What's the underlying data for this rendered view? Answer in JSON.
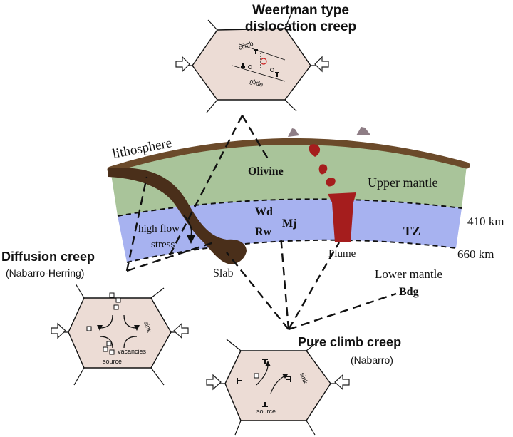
{
  "weertman": {
    "title_line1": "Weertman type",
    "title_line2": "dislocation creep",
    "label_climb": "climb",
    "label_glide": "glide"
  },
  "diffusion": {
    "title": "Diffusion creep",
    "subtitle": "(Nabarro-Herring)",
    "label_sink": "sink",
    "label_vacancies": "vacancies",
    "label_source": "source"
  },
  "pure_climb": {
    "title": "Pure climb creep",
    "subtitle": "(Nabarro)",
    "label_sink": "sink",
    "label_source": "source"
  },
  "earth": {
    "lithosphere": "lithosphere",
    "olivine": "Olivine",
    "upper_mantle": "Upper mantle",
    "wd": "Wd",
    "rw": "Rw",
    "mj": "Mj",
    "tz": "TZ",
    "high_flow": "high flow",
    "stress": "stress",
    "plume": "Plume",
    "slab": "Slab",
    "lower_mantle": "Lower mantle",
    "bdg": "Bdg",
    "depth_410": "410 km",
    "depth_660": "660 km"
  },
  "colors": {
    "upper_mantle": "#a9c49a",
    "transition_zone": "#a7b2f0",
    "lithosphere": "#6b4a2a",
    "slab": "#4a2f1a",
    "plume": "#a51d1d",
    "grain": "#ecdcd5"
  }
}
